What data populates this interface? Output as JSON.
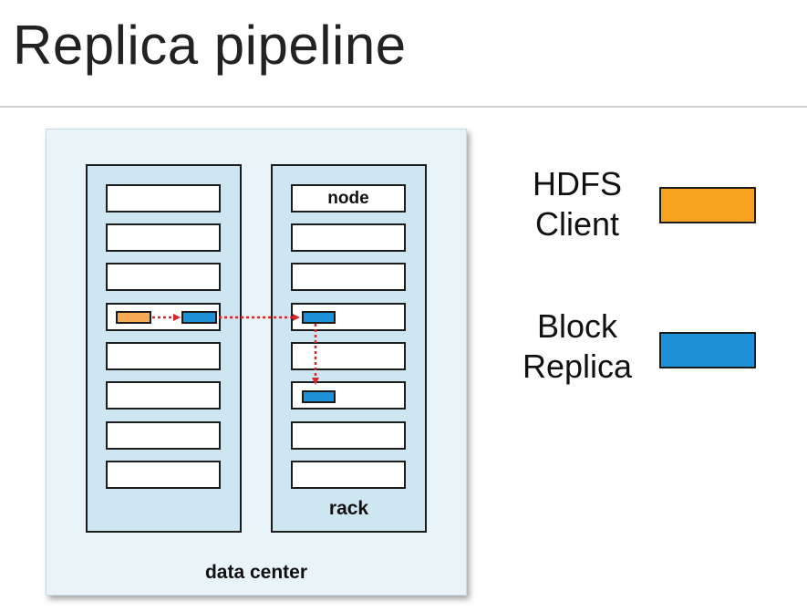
{
  "title": "Replica pipeline",
  "diagram": {
    "node_label": "node",
    "rack_label": "rack",
    "datacenter_label": "data center",
    "colors": {
      "client": "#f7ab55",
      "replica": "#1e90d8",
      "arrow": "#d9262b",
      "rack_fill": "#cde6f2",
      "datacenter_fill": "#e9f4f9"
    }
  },
  "legend": [
    {
      "label_line1": "HDFS",
      "label_line2": "Client",
      "color": "#f7a320"
    },
    {
      "label_line1": "Block",
      "label_line2": "Replica",
      "color": "#1e90d8"
    }
  ]
}
